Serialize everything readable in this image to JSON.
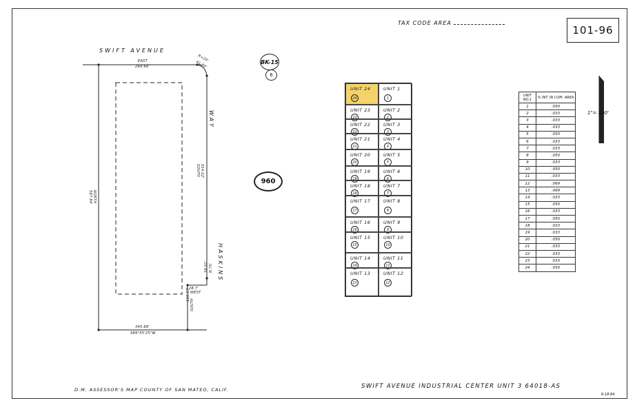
{
  "map_number": "101-96",
  "tax_code_label": "TAX CODE AREA",
  "book_label": "BK-15",
  "page_label": "6",
  "block_number": "960",
  "streets": {
    "swift_avenue": "SWIFT AVENUE",
    "haskins_way_top": "WAY",
    "haskins_way_bottom": "HASKINS"
  },
  "boundary_labels": {
    "top_bearing": "EAST",
    "top_distance": "269.68'",
    "corner_curve_radius": "R=20'",
    "corner_curve_length": "41.80'",
    "right_distance": "554.02'",
    "right_bearing": "SOUTH",
    "right_lower_distance": "54.01'",
    "right_lower_bearing": "N.75'",
    "jog_distance": "28.7'",
    "jog_bearing": "WEST",
    "jog_vertical_distance": "116.57'",
    "jog_vertical_bearing": "SOUTH",
    "left_bearing": "NORTH",
    "left_distance": "587.84'",
    "bottom_distance": "345.68'",
    "bottom_bearing": "S89°55'25\"W"
  },
  "units_left": [
    {
      "label": "UNIT 24",
      "num": "24",
      "highlight": true
    },
    {
      "label": "UNIT 23",
      "num": "23"
    },
    {
      "label": "UNIT 22",
      "num": "22"
    },
    {
      "label": "UNIT 21",
      "num": "21"
    },
    {
      "label": "UNIT 20",
      "num": "20"
    },
    {
      "label": "UNIT 19",
      "num": "19"
    },
    {
      "label": "UNIT 18",
      "num": "18"
    },
    {
      "label": "UNIT 17",
      "num": "17"
    },
    {
      "label": "UNIT 16",
      "num": "16"
    },
    {
      "label": "UNIT 15",
      "num": "15"
    },
    {
      "label": "UNIT 14",
      "num": "14"
    },
    {
      "label": "UNIT 13",
      "num": "13"
    }
  ],
  "units_right": [
    {
      "label": "UNIT 1",
      "num": "1"
    },
    {
      "label": "UNIT 2",
      "num": "2"
    },
    {
      "label": "UNIT 3",
      "num": "3"
    },
    {
      "label": "UNIT 4",
      "num": "4"
    },
    {
      "label": "UNIT 5",
      "num": "5"
    },
    {
      "label": "UNIT 6",
      "num": "6"
    },
    {
      "label": "UNIT 7",
      "num": "7"
    },
    {
      "label": "UNIT 8",
      "num": "8"
    },
    {
      "label": "UNIT 9",
      "num": "9"
    },
    {
      "label": "UNIT 10",
      "num": "10"
    },
    {
      "label": "UNIT 11",
      "num": "11"
    },
    {
      "label": "UNIT 12",
      "num": "12"
    }
  ],
  "highlight_color": "#f6d36a",
  "interest_table": {
    "headers": [
      "UNIT NO.1",
      "% INT. IN COM. AREA"
    ],
    "rows": [
      [
        "1",
        ".050"
      ],
      [
        "2",
        ".033"
      ],
      [
        "3",
        ".033"
      ],
      [
        "4",
        ".033"
      ],
      [
        "5",
        ".050"
      ],
      [
        "6",
        ".033"
      ],
      [
        "7",
        ".033"
      ],
      [
        "8",
        ".050"
      ],
      [
        "9",
        ".033"
      ],
      [
        "10",
        ".050"
      ],
      [
        "11",
        ".033"
      ],
      [
        "12",
        ".069"
      ],
      [
        "13",
        ".069"
      ],
      [
        "14",
        ".033"
      ],
      [
        "15",
        ".050"
      ],
      [
        "16",
        ".033"
      ],
      [
        "17",
        ".050"
      ],
      [
        "18",
        ".033"
      ],
      [
        "19",
        ".033"
      ],
      [
        "20",
        ".050"
      ],
      [
        "21",
        ".033"
      ],
      [
        "22",
        ".033"
      ],
      [
        "23",
        ".033"
      ],
      [
        "24",
        ".050"
      ]
    ]
  },
  "scale": "1\"= 100'",
  "footer": {
    "left": "D.M.   ASSESSOR'S MAP COUNTY OF SAN MATEO, CALIF.",
    "title": "SWIFT AVENUE INDUSTRIAL CENTER UNIT 3    64018-AS",
    "date": "6-18-84"
  }
}
